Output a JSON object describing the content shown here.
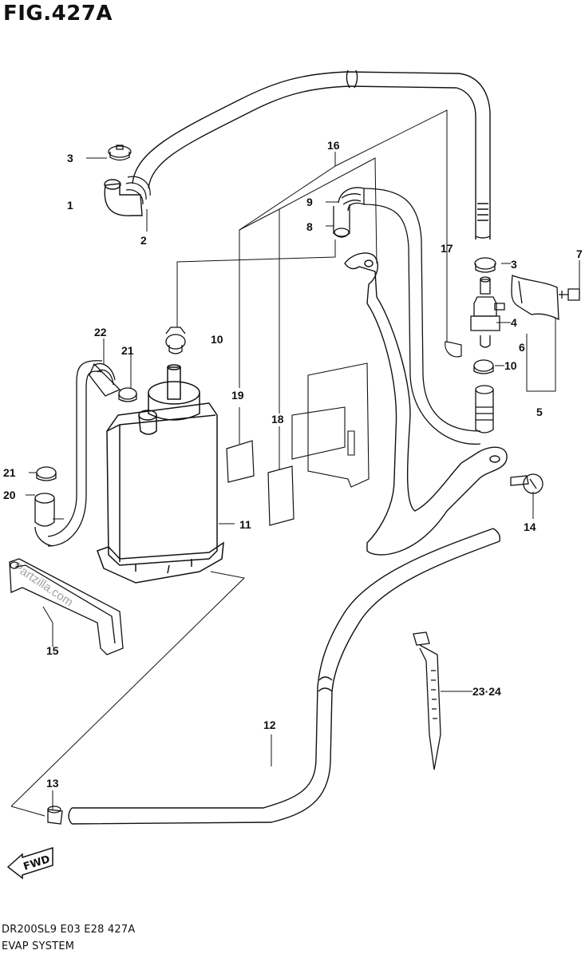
{
  "figure": {
    "title": "FIG.427A",
    "code_line": "DR200SL9  E03  E28  427A",
    "system_name": "EVAP SYSTEM"
  },
  "watermark": "Partzilla.com",
  "direction_marker": "FWD",
  "callouts": {
    "c1": "1",
    "c2": "2",
    "c3a": "3",
    "c3b": "3",
    "c4": "4",
    "c5": "5",
    "c6": "6",
    "c7": "7",
    "c8": "8",
    "c9": "9",
    "c10a": "10",
    "c10b": "10",
    "c11": "11",
    "c12": "12",
    "c13": "13",
    "c14": "14",
    "c15": "15",
    "c16": "16",
    "c17": "17",
    "c18": "18",
    "c19": "19",
    "c20": "20",
    "c21a": "21",
    "c21b": "21",
    "c22": "22",
    "c2324": "23·24"
  }
}
